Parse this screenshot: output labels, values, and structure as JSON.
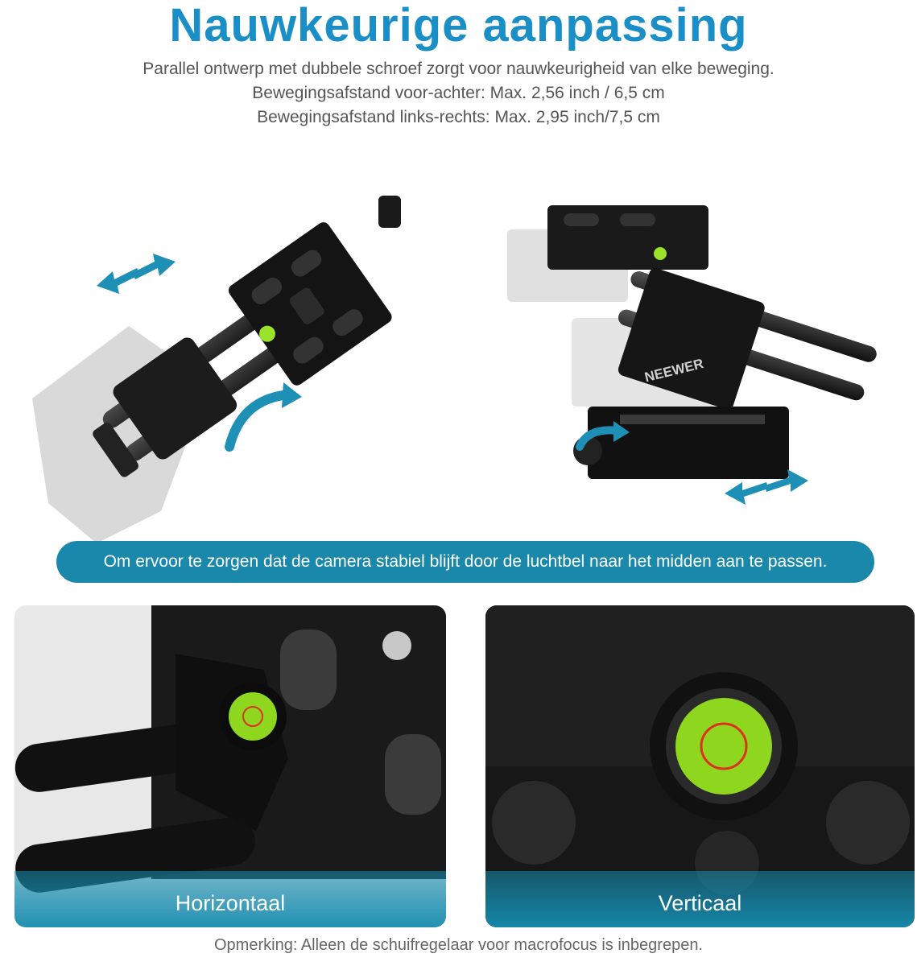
{
  "header": {
    "title": "Nauwkeurige aanpassing",
    "lines": [
      "Parallel ontwerp met dubbele schroef zorgt voor nauwkeurigheid van elke beweging.",
      "Bewegingsafstand voor-achter: Max. 2,56 inch / 6,5 cm",
      "Bewegingsafstand links-rechts: Max. 2,95 inch/7,5 cm"
    ]
  },
  "product": {
    "brand": "NEEWER"
  },
  "banner": {
    "text": "Om ervoor te zorgen dat de camera stabiel blijft door de luchtbel naar het midden aan te passen."
  },
  "panels": [
    {
      "label": "Horizontaal"
    },
    {
      "label": "Verticaal"
    }
  ],
  "footer": {
    "note": "Opmerking: Alleen de schuifregelaar voor macrofocus is inbegrepen."
  },
  "colors": {
    "accent": "#1a8fc7",
    "banner": "#1a88aa",
    "arrow": "#1e8fb5",
    "bubble": "#9be22a"
  }
}
